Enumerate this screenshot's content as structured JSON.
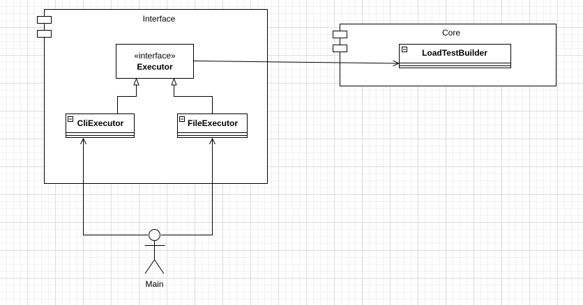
{
  "diagram": {
    "interface_package": {
      "title": "Interface"
    },
    "core_package": {
      "title": "Core"
    },
    "executor": {
      "stereotype": "«interface»",
      "name": "Executor"
    },
    "cli_executor": {
      "name": "CliExecutor"
    },
    "file_executor": {
      "name": "FileExecutor"
    },
    "load_test_builder": {
      "name": "LoadTestBuilder"
    },
    "actor": {
      "name": "Main"
    }
  }
}
